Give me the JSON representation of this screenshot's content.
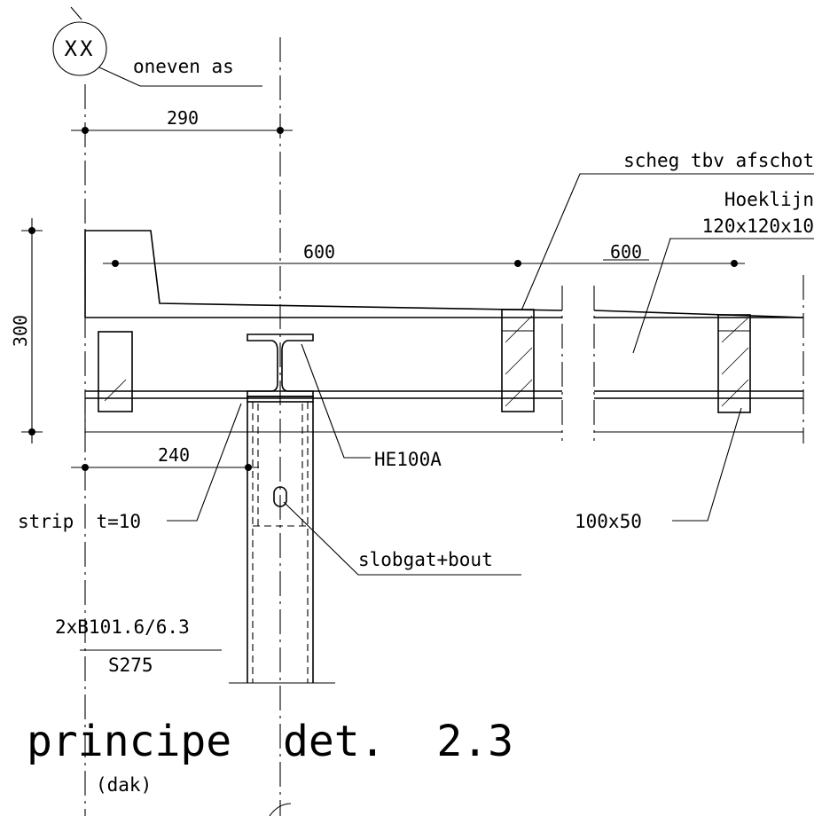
{
  "axis_bubble": {
    "text": "XX",
    "label": "oneven as"
  },
  "dimensions": {
    "top_offset": "290",
    "spacing_1": "600",
    "spacing_2": "600",
    "height": "300",
    "strip_offset": "240"
  },
  "labels": {
    "scheg": "scheg tbv afschot",
    "hoeklijn_line1": "Hoeklijn",
    "hoeklijn_line2": "120x120x10",
    "beam": "HE100A",
    "strip": "strip  t=10",
    "timber": "100x50",
    "slotted_hole": "slobgat+bout",
    "column_line1": "2xB101.6/6.3",
    "column_line2": "S275"
  },
  "title": {
    "main": "principe  det.  2.3",
    "sub": "(dak)"
  }
}
